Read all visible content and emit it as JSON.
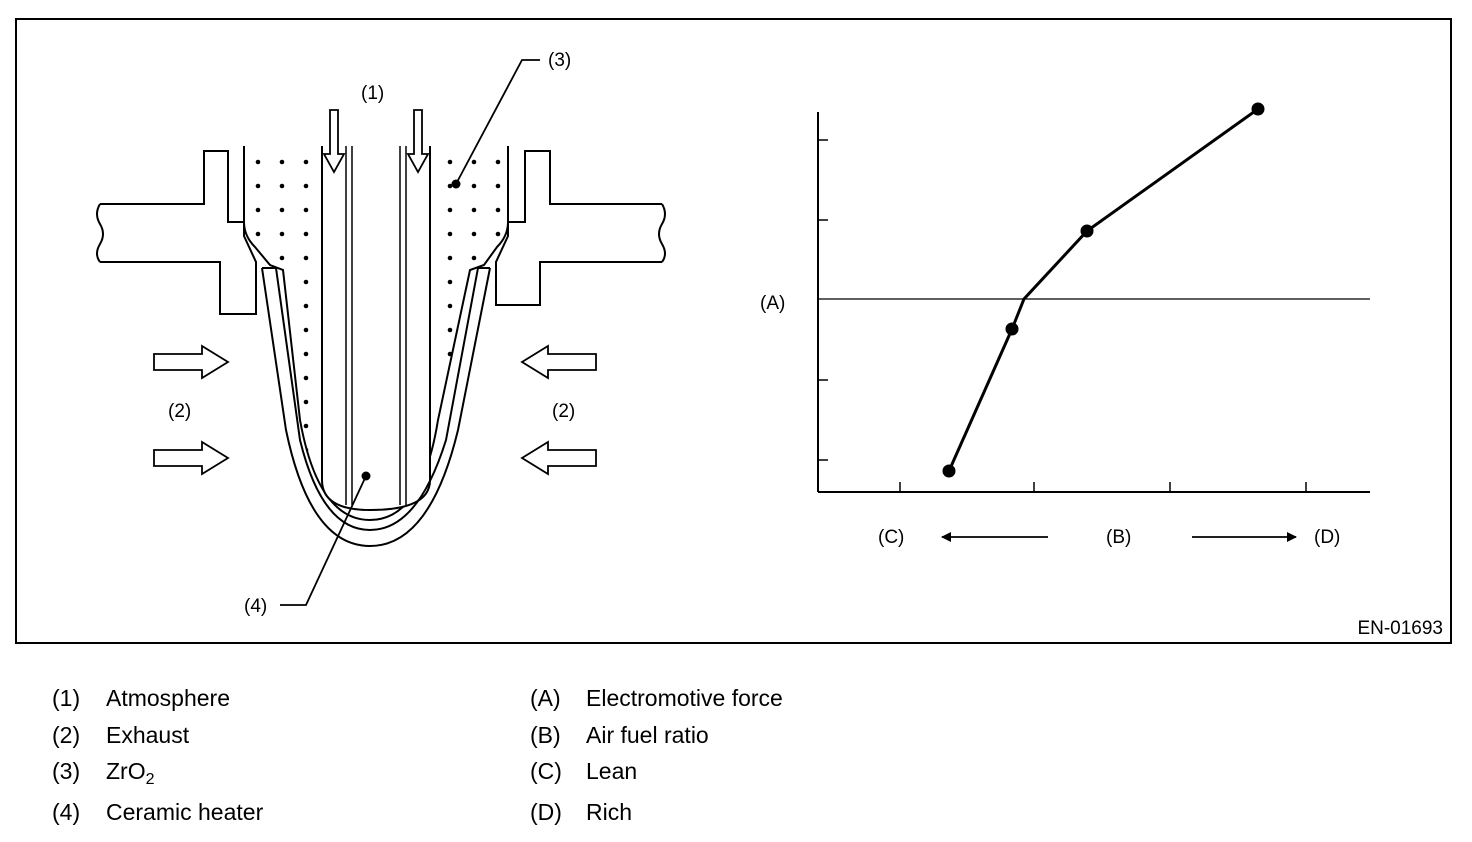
{
  "diagram": {
    "figure_id": "EN-01693",
    "callouts": {
      "atmosphere": "(1)",
      "exhaust_left": "(2)",
      "exhaust_right": "(2)",
      "zro2": "(3)",
      "heater": "(4)"
    },
    "graph": {
      "y_label": "(A)",
      "x_center_label": "(B)",
      "x_left_label": "(C)",
      "x_right_label": "(D)"
    }
  },
  "legend": {
    "items": [
      {
        "key": "(1)",
        "text": "Atmosphere"
      },
      {
        "key": "(2)",
        "text": "Exhaust"
      },
      {
        "key": "(3)",
        "text_main": "ZrO",
        "text_sub": "2"
      },
      {
        "key": "(4)",
        "text": "Ceramic heater"
      },
      {
        "key": "(A)",
        "text": "Electromotive force"
      },
      {
        "key": "(B)",
        "text": "Air fuel ratio"
      },
      {
        "key": "(C)",
        "text": "Lean"
      },
      {
        "key": "(D)",
        "text": "Rich"
      }
    ]
  }
}
